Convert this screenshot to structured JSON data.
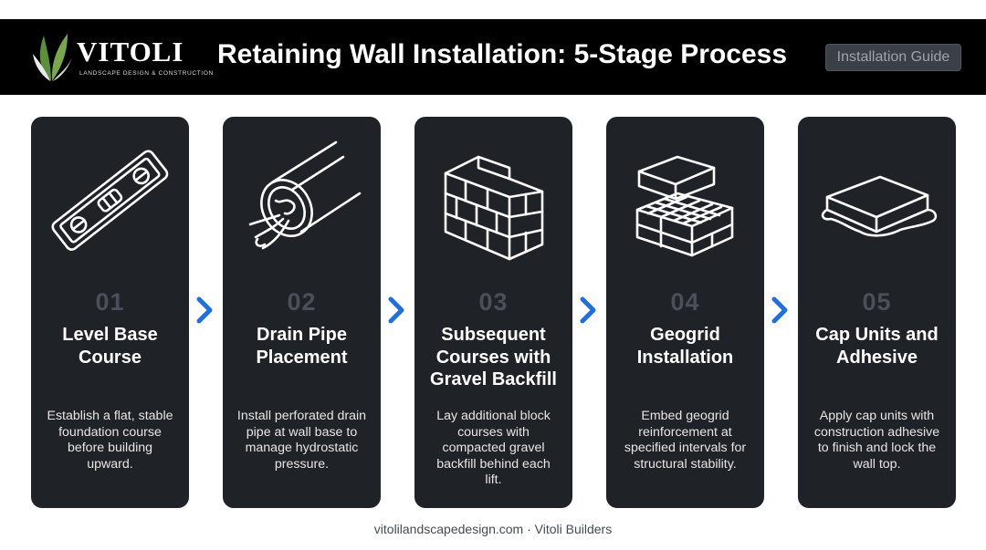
{
  "brand": {
    "name": "VITOLI",
    "tagline": "LANDSCAPE DESIGN & CONSTRUCTION"
  },
  "header": {
    "title": "Retaining Wall Installation: 5-Stage Process",
    "badge": "Installation Guide"
  },
  "colors": {
    "header_bg": "#000000",
    "card_bg": "#1f2227",
    "number": "#4a4f58",
    "arrow": "#1f6fe0",
    "logo_leaf": "#5b8f3a"
  },
  "steps": [
    {
      "number": "01",
      "title": "Level Base Course",
      "description": "Establish a flat, stable foundation course before building upward.",
      "icon": "spirit-level-icon"
    },
    {
      "number": "02",
      "title": "Drain Pipe Placement",
      "description": "Install perforated drain pipe at wall base to manage hydrostatic pressure.",
      "icon": "drain-pipe-icon"
    },
    {
      "number": "03",
      "title": "Subsequent Courses with Gravel Backfill",
      "description": "Lay additional block courses with compacted gravel backfill behind each lift.",
      "icon": "block-wall-icon"
    },
    {
      "number": "04",
      "title": "Geogrid Installation",
      "description": "Embed geogrid reinforcement at specified intervals for structural stability.",
      "icon": "geogrid-icon"
    },
    {
      "number": "05",
      "title": "Cap Units and Adhesive",
      "description": "Apply cap units with construction adhesive to finish and lock the wall top.",
      "icon": "cap-unit-icon"
    }
  ],
  "footer": "vitolilandscapedesign.com · Vitoli Builders"
}
